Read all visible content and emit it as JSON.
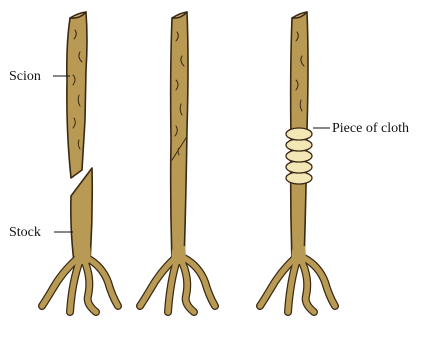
{
  "labels": {
    "scion": "Scion",
    "stock": "Stock",
    "cloth": "Piece of cloth"
  },
  "colors": {
    "wood": "#b99a55",
    "wood_dark": "#3a2a14",
    "cloth": "#f3e7b6",
    "text": "#111111"
  }
}
